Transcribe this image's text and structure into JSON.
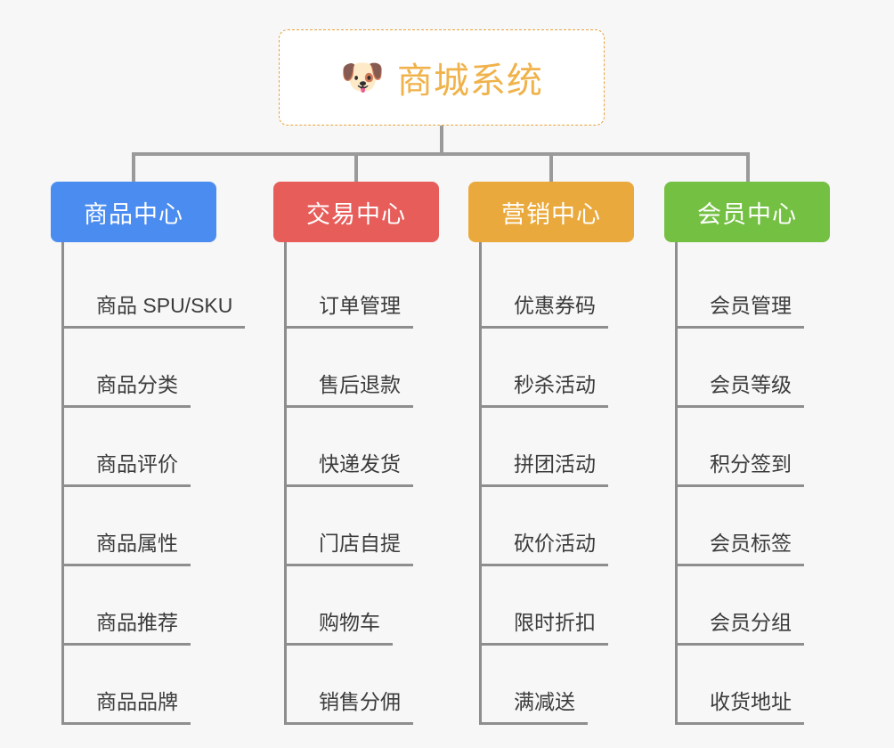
{
  "canvas": {
    "background_color": "#f7f7f7",
    "connector_color": "#8e8e8e"
  },
  "root": {
    "icon": "dog-face-emoji",
    "emoji": "🐶",
    "title": "商城系统",
    "text_color": "#f0b24a",
    "border_color": "#e8a33d",
    "background_color": "#ffffff"
  },
  "columns": [
    {
      "label": "商品中心",
      "color": "#4a8cf0",
      "items": [
        "商品 SPU/SKU",
        "商品分类",
        "商品评价",
        "商品属性",
        "商品推荐",
        "商品品牌"
      ]
    },
    {
      "label": "交易中心",
      "color": "#e75d5a",
      "items": [
        "订单管理",
        "售后退款",
        "快递发货",
        "门店自提",
        "购物车",
        "销售分佣"
      ]
    },
    {
      "label": "营销中心",
      "color": "#eaa93c",
      "items": [
        "优惠券码",
        "秒杀活动",
        "拼团活动",
        "砍价活动",
        "限时折扣",
        "满减送"
      ]
    },
    {
      "label": "会员中心",
      "color": "#74c043",
      "items": [
        "会员管理",
        "会员等级",
        "积分签到",
        "会员标签",
        "会员分组",
        "收货地址"
      ]
    }
  ]
}
